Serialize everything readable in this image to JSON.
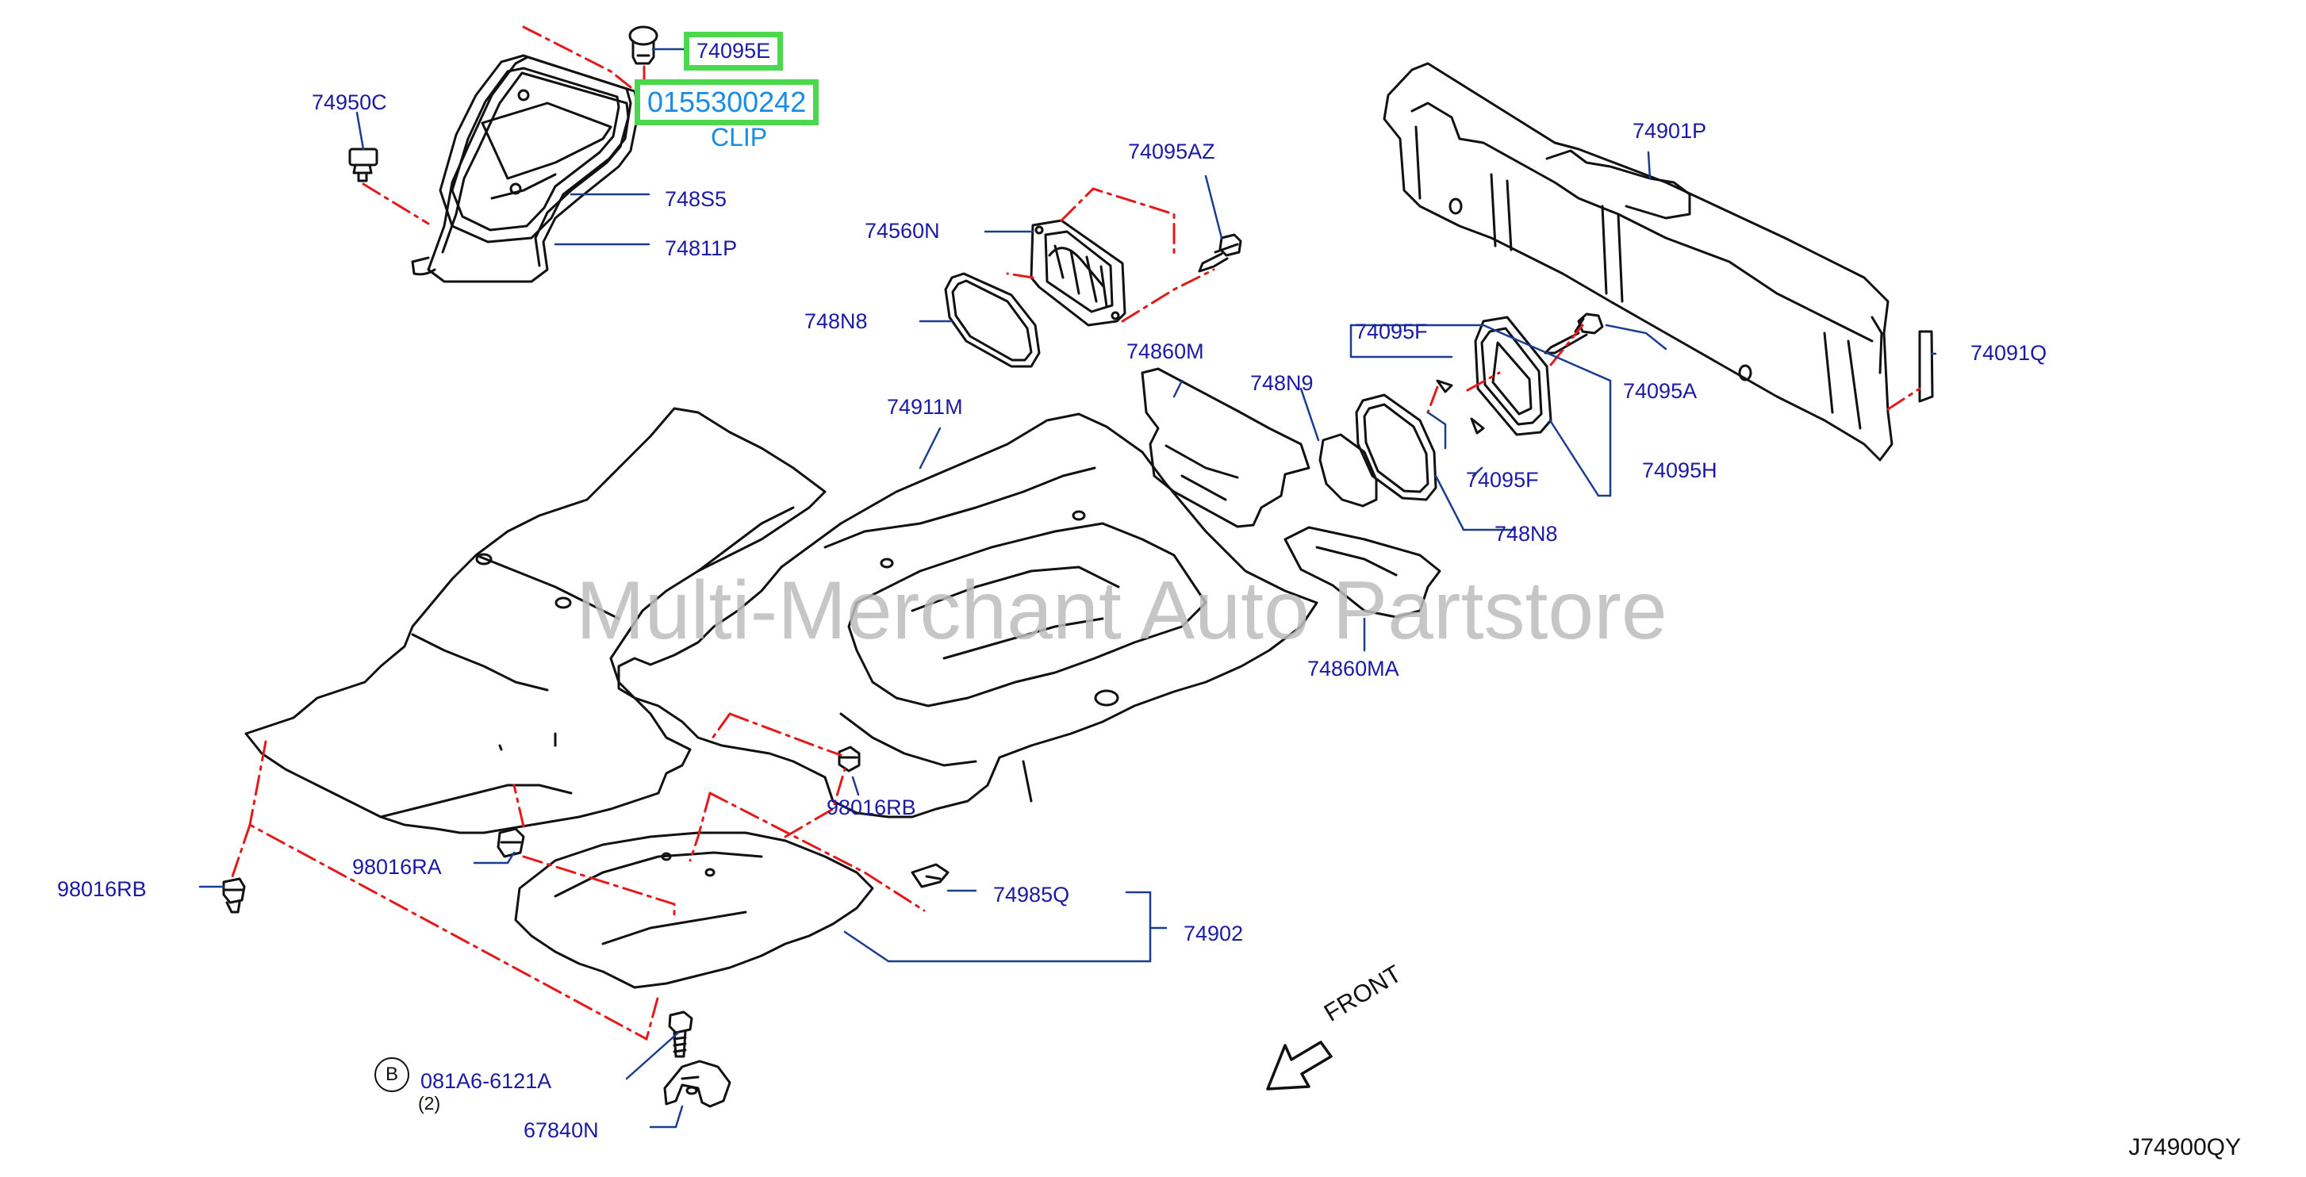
{
  "watermark": "Multi-Merchant Auto Partstore",
  "reference_code": "J74900QY",
  "front_label": "FRONT",
  "bolt_symbol": "B",
  "bolt_qty": "(2)",
  "highlighted": {
    "part_a": "74095E",
    "part_b": "0155300242",
    "part_b_desc": "CLIP"
  },
  "labels": {
    "p74950C": "74950C",
    "p748S5": "748S5",
    "p74811P": "74811P",
    "p74095AZ": "74095AZ",
    "p74560N": "74560N",
    "p748N8_top": "748N8",
    "p74901P": "74901P",
    "p74095F_top": "74095F",
    "p74091Q": "74091Q",
    "p74860M": "74860M",
    "p748N9": "748N9",
    "p74095A": "74095A",
    "p74911M": "74911M",
    "p74095F_bot": "74095F",
    "p74095H": "74095H",
    "p748N8_bot": "748N8",
    "p74860MA": "74860MA",
    "p98016RB_mid": "98016RB",
    "p98016RA": "98016RA",
    "p98016RB_left": "98016RB",
    "p74985Q": "74985Q",
    "p74902": "74902",
    "p081A6": "081A6-6121A",
    "p67840N": "67840N"
  },
  "colors": {
    "line": "#111111",
    "leader": "#1a3d8f",
    "dashed": "#e31a1a",
    "label": "#1a1aa6",
    "highlight_border": "#4cd84c",
    "highlight_text": "#1a8ce6",
    "watermark": "#bdbdbd"
  }
}
